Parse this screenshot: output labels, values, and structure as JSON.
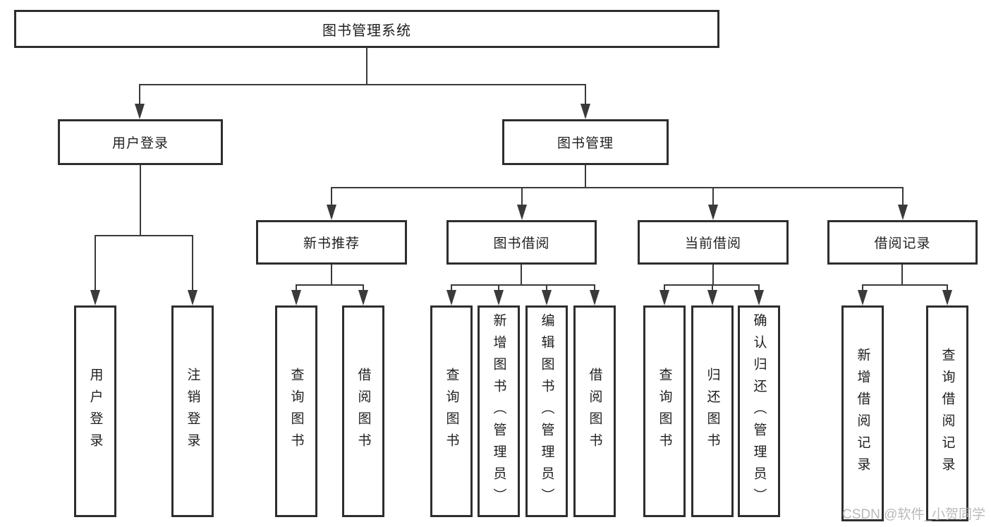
{
  "colors": {
    "line": "#3a3a3a",
    "border": "#2e2e2e",
    "text": "#1f1f1f",
    "watermark": "#b2b2b2"
  },
  "diagram": {
    "root": {
      "label": "图书管理系统",
      "children": [
        {
          "label": "用户登录",
          "children": [
            {
              "label": "用户登录"
            },
            {
              "label": "注销登录"
            }
          ]
        },
        {
          "label": "图书管理",
          "children": [
            {
              "label": "新书推荐",
              "children": [
                {
                  "label": "查询图书"
                },
                {
                  "label": "借阅图书"
                }
              ]
            },
            {
              "label": "图书借阅",
              "children": [
                {
                  "label": "查询图书"
                },
                {
                  "label": "新增图书（管理员）"
                },
                {
                  "label": "编辑图书（管理员）"
                },
                {
                  "label": "借阅图书"
                }
              ]
            },
            {
              "label": "当前借阅",
              "children": [
                {
                  "label": "查询图书"
                },
                {
                  "label": "归还图书"
                },
                {
                  "label": "确认归还（管理员）"
                }
              ]
            },
            {
              "label": "借阅记录",
              "children": [
                {
                  "label": "新增借阅记录"
                },
                {
                  "label": "查询借阅记录"
                }
              ]
            }
          ]
        }
      ]
    },
    "watermark": "CSDN @软件_小贺同学"
  }
}
